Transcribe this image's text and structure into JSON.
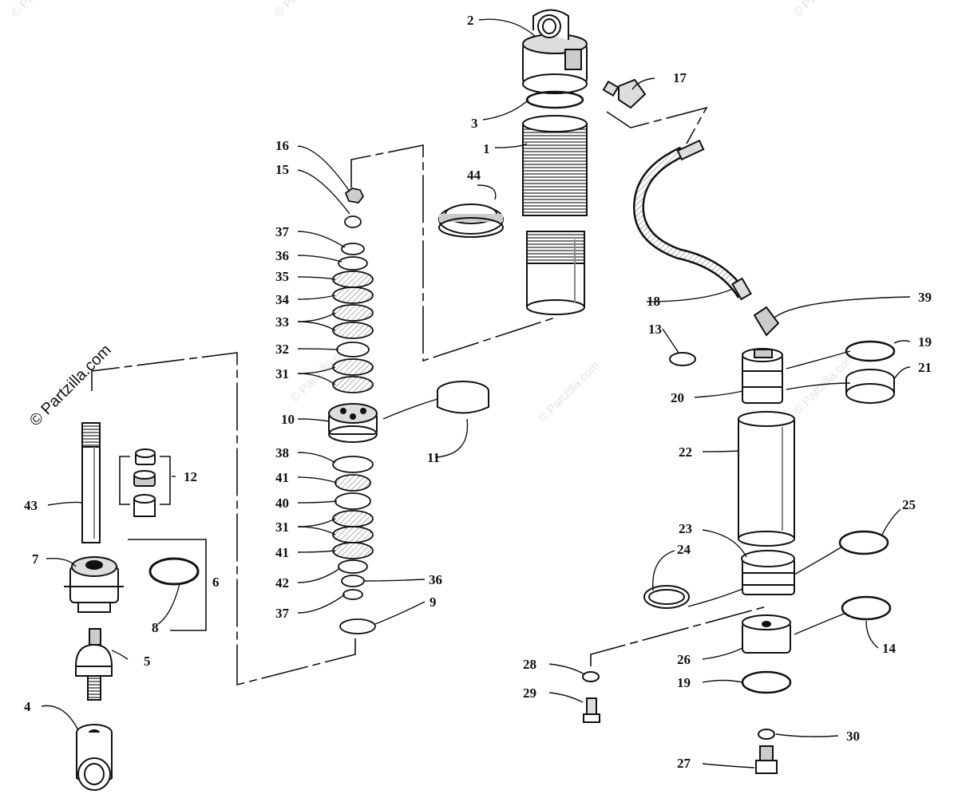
{
  "watermark": "© Partzilla.com",
  "colors": {
    "ink": "#111111",
    "paper": "#ffffff",
    "shade": "#bdbdbd"
  },
  "labels": {
    "l1": "1",
    "l2": "2",
    "l3": "3",
    "l4": "4",
    "l5": "5",
    "l6": "6",
    "l7": "7",
    "l8": "8",
    "l9": "9",
    "l10": "10",
    "l11": "11",
    "l12": "12",
    "l13": "13",
    "l14": "14",
    "l15": "15",
    "l16": "16",
    "l17": "17",
    "l18": "18",
    "l19a": "19",
    "l19b": "19",
    "l20": "20",
    "l21": "21",
    "l22": "22",
    "l23": "23",
    "l24": "24",
    "l25": "25",
    "l26": "26",
    "l27": "27",
    "l28": "28",
    "l29": "29",
    "l30": "30",
    "l31a": "31",
    "l31b": "31",
    "l32": "32",
    "l33": "33",
    "l34": "34",
    "l35": "35",
    "l36a": "36",
    "l36b": "36",
    "l37a": "37",
    "l37b": "37",
    "l38": "38",
    "l39": "39",
    "l40": "40",
    "l41a": "41",
    "l41b": "41",
    "l42": "42",
    "l43": "43",
    "l44": "44"
  }
}
